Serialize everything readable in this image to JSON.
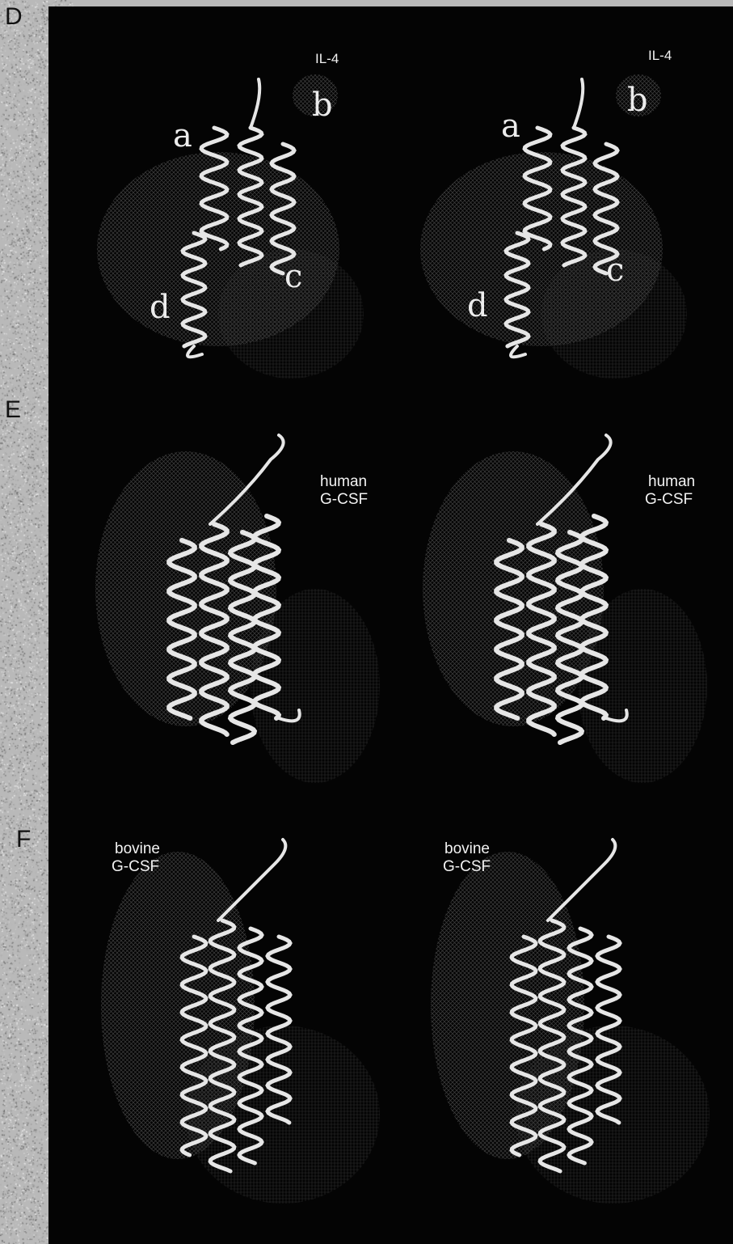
{
  "panel_letters": [
    "D",
    "E",
    "F"
  ],
  "panels": [
    {
      "id": "D",
      "label": "IL-4",
      "helix_labels": [
        "a",
        "b",
        "c",
        "d"
      ]
    },
    {
      "id": "E",
      "label_line1": "human",
      "label_line2": "G-CSF"
    },
    {
      "id": "F",
      "label_line1": "bovine",
      "label_line2": "G-CSF"
    }
  ],
  "colors": {
    "paper": "#b9b9b9",
    "figure_background": "#040404",
    "ribbon": "#e6e6e6",
    "surface_mesh": "#4a4a4a"
  }
}
